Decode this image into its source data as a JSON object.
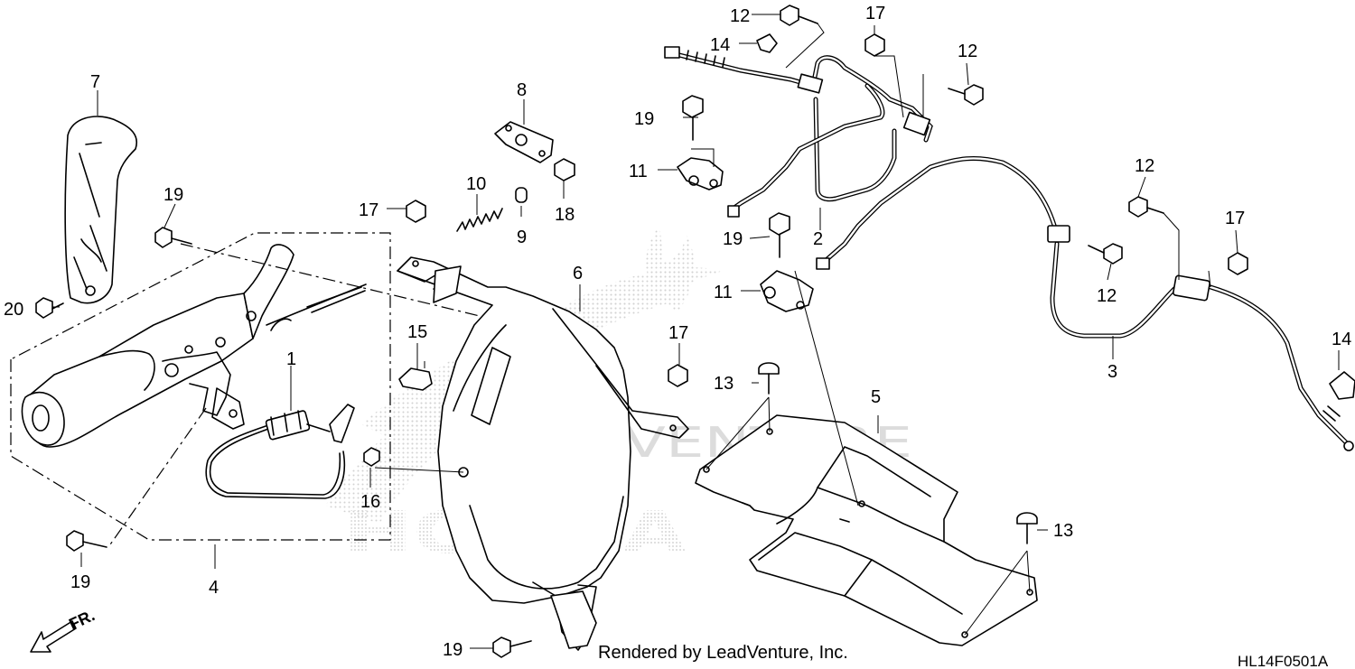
{
  "diagram": {
    "callouts": [
      "1",
      "2",
      "3",
      "4",
      "5",
      "6",
      "7",
      "8",
      "9",
      "10",
      "11",
      "12",
      "13",
      "14",
      "15",
      "16",
      "17",
      "18",
      "19",
      "20"
    ],
    "rendered_by": "Rendered by LeadVenture, Inc.",
    "diagram_code": "HL14F0501A",
    "front_indicator": "FR.",
    "watermark": {
      "brand": "HONDA",
      "dealer": "DVENTURE"
    }
  }
}
